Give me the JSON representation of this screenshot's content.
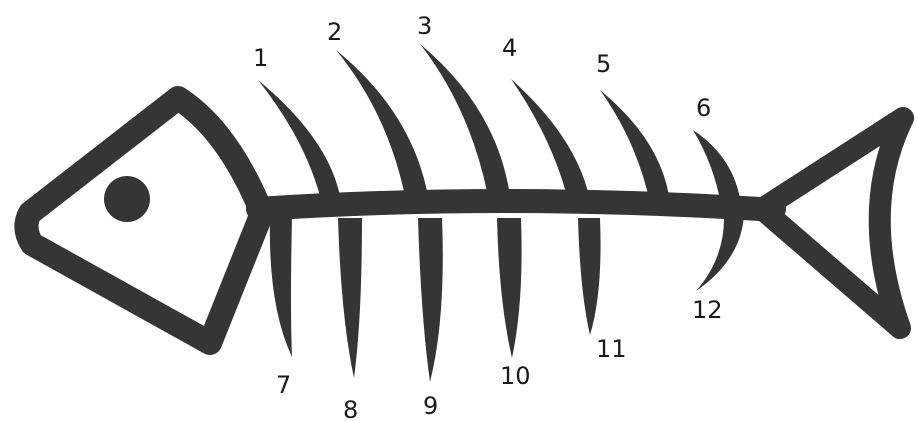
{
  "colors": {
    "ink": "#353535",
    "background": "#ffffff",
    "label": "#1a1a1a"
  },
  "labels": {
    "top": [
      "1",
      "2",
      "3",
      "4",
      "5",
      "6"
    ],
    "bottom": [
      "7",
      "8",
      "9",
      "10",
      "11",
      "12"
    ]
  }
}
